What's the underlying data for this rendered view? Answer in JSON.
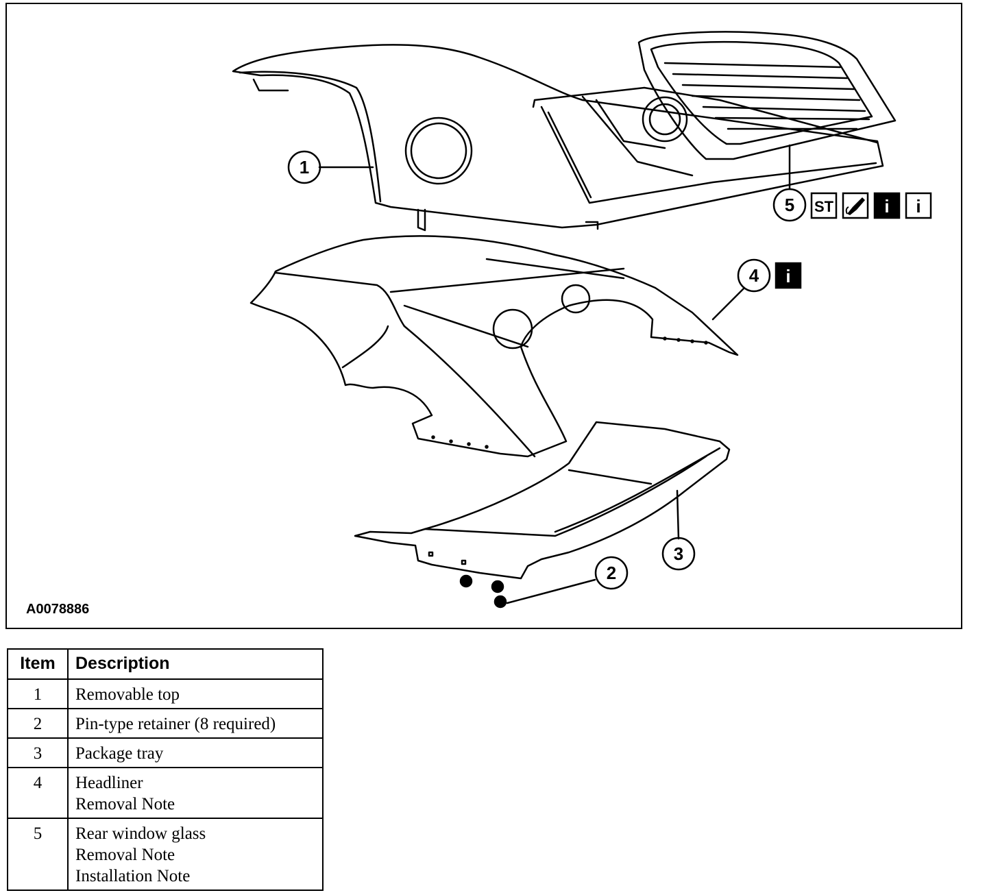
{
  "figure": {
    "id_label": "A0078886",
    "callouts": {
      "c1": "1",
      "c2": "2",
      "c3": "3",
      "c4": "4",
      "c5": "5"
    },
    "icons": {
      "special_tool": "ST",
      "info": "i"
    }
  },
  "legend": {
    "headers": {
      "item": "Item",
      "description": "Description"
    },
    "rows": [
      {
        "item": "1",
        "lines": [
          "Removable top"
        ]
      },
      {
        "item": "2",
        "lines": [
          "Pin-type retainer (8 required)"
        ]
      },
      {
        "item": "3",
        "lines": [
          "Package tray"
        ]
      },
      {
        "item": "4",
        "lines": [
          "Headliner",
          "Removal Note"
        ]
      },
      {
        "item": "5",
        "lines": [
          "Rear window glass",
          "Removal Note",
          "Installation Note"
        ]
      }
    ]
  }
}
